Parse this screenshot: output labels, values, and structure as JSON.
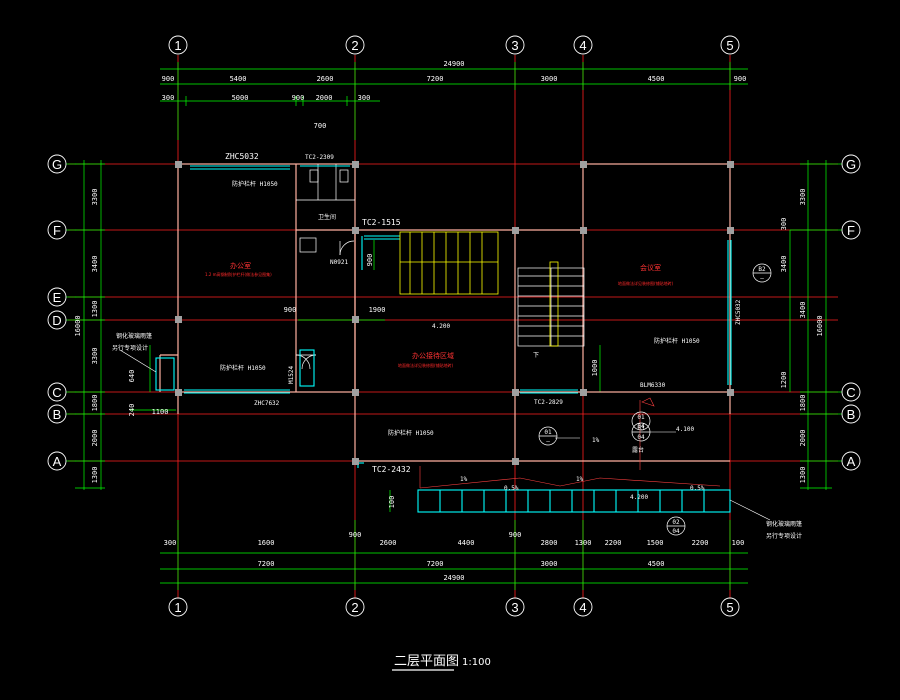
{
  "drawing": {
    "title": "二层平面图",
    "scale": "1:100"
  },
  "axes": {
    "columns": [
      "1",
      "2",
      "3",
      "4",
      "5"
    ],
    "rows": [
      "G",
      "F",
      "E",
      "D",
      "C",
      "B",
      "A"
    ]
  },
  "dimensions": {
    "top_total": "24900",
    "top_segments": [
      "5400",
      "2600",
      "7200",
      "3000",
      "4500"
    ],
    "top_edge": [
      "900",
      "900"
    ],
    "top_inner": [
      "300",
      "5000",
      "900",
      "2000",
      "300"
    ],
    "bottom_total": "24900",
    "bottom_segments": [
      "7200",
      "7200",
      "3000",
      "4500"
    ],
    "bottom_inner": [
      "300",
      "1600",
      "900",
      "2600",
      "4400",
      "900",
      "2800",
      "1300",
      "2200",
      "1500",
      "2200",
      "100"
    ],
    "left_segments": [
      "3300",
      "3400",
      "1300",
      "3300",
      "1800",
      "2000",
      "1300"
    ],
    "left_total": "16000",
    "right_segments": [
      "3300",
      "3400",
      "3400",
      "1800",
      "2000",
      "1300"
    ],
    "right_total": "16000",
    "misc": [
      "700",
      "900",
      "1900",
      "900",
      "640",
      "240",
      "1100",
      "1000",
      "100",
      "1200",
      "300"
    ]
  },
  "labels": {
    "window_top_left": "ZHC5032",
    "window_top_mid": "TC2-2309",
    "rail_1": "防护栏杆  H1050",
    "toilet": "卫生间",
    "tc_1515": "TC2-1515",
    "door_n0921": "N0921",
    "office": "办公室",
    "office_note": "1.2 m高钢制防护栏杆(做法参见图集)",
    "elev_1": "4.200",
    "reception": "办公接待区域",
    "reception_note": "地面做法详见装修图(铺贴地砖)",
    "meeting": "会议室",
    "meeting_note": "地面做法详见装修图(铺贴地砖)",
    "zhc5032_right": "ZHC5032",
    "rail_2": "防护栏杆  H1050",
    "rail_3": "防护栏杆  H1050",
    "m1524": "M1524",
    "zhc7632": "ZHC7632",
    "tc2829": "TC2-2829",
    "blm6330": "BLM6330",
    "rail_4": "防护栏杆  H1050",
    "tc2432": "TC2-2432",
    "note_left_1": "钢化玻璃雨篷",
    "note_left_2": "另行专项设计",
    "note_right_1": "钢化玻璃雨篷",
    "note_right_2": "另行专项设计",
    "stair_down": "下",
    "terrace": "露台",
    "slope_1": "1%",
    "slope_2": "1%",
    "slope_3": "1%",
    "slope_4": "0.5%",
    "slope_5": "0.5%",
    "elev_2": "4.200",
    "elev_3": "4.100",
    "ref_1": "01",
    "ref_1b": "—",
    "ref_2": "B2",
    "ref_2b": "—",
    "ref_3": "01",
    "ref_3b": "04",
    "ref_4": "02",
    "ref_4b": "04",
    "ref_5": "03",
    "ref_5b": "04"
  },
  "colors": {
    "axis_line": "#ff2020",
    "dim_line": "#00ff00",
    "wall": "#ffb0a0",
    "window": "#00ffff",
    "stair": "#ffff00",
    "column": "#a0a0a0",
    "bubble": "#ffffff"
  }
}
